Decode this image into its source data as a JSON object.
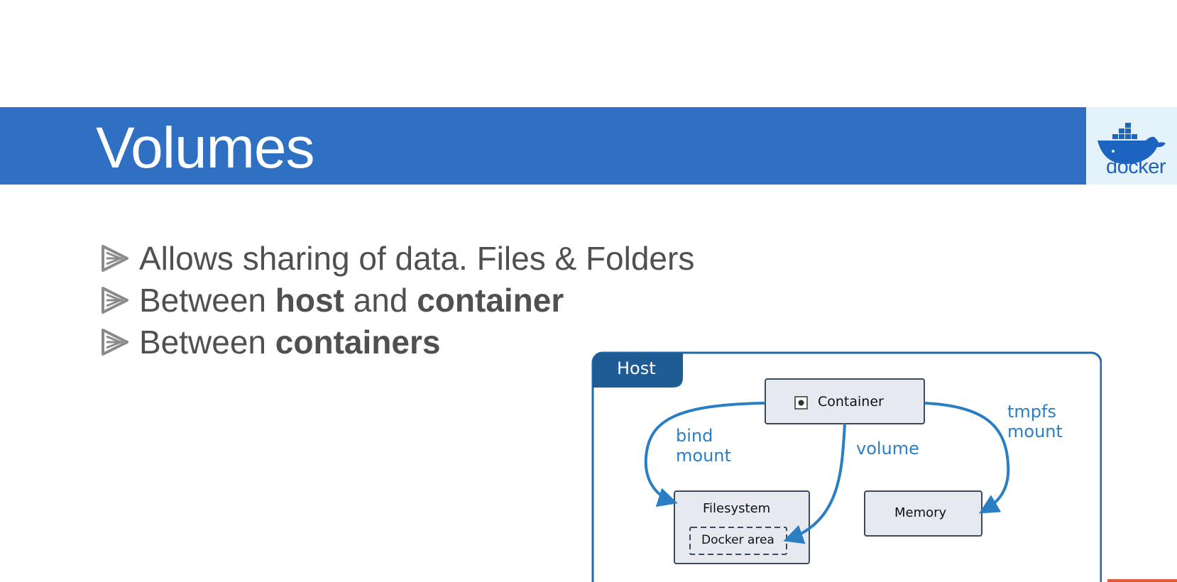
{
  "slide": {
    "title": "Volumes",
    "logo_text": "docker",
    "colors": {
      "title_bar": "#2f70c2",
      "logo_bg": "#e4f2fb",
      "accent": "#2a7fc4"
    }
  },
  "bullets": [
    {
      "parts": [
        {
          "text": "Allows sharing of data. Files & Folders",
          "bold": false
        }
      ]
    },
    {
      "parts": [
        {
          "text": "Between ",
          "bold": false
        },
        {
          "text": "host",
          "bold": true
        },
        {
          "text": " and ",
          "bold": false
        },
        {
          "text": "container",
          "bold": true
        }
      ]
    },
    {
      "parts": [
        {
          "text": "Between ",
          "bold": false
        },
        {
          "text": "containers",
          "bold": true
        }
      ]
    }
  ],
  "diagram": {
    "host_label": "Host",
    "container_label": "Container",
    "filesystem_label": "Filesystem",
    "docker_area_label": "Docker area",
    "memory_label": "Memory",
    "bind_mount_label": [
      "bind",
      "mount"
    ],
    "volume_label": "volume",
    "tmpfs_mount_label": [
      "tmpfs",
      "mount"
    ]
  }
}
